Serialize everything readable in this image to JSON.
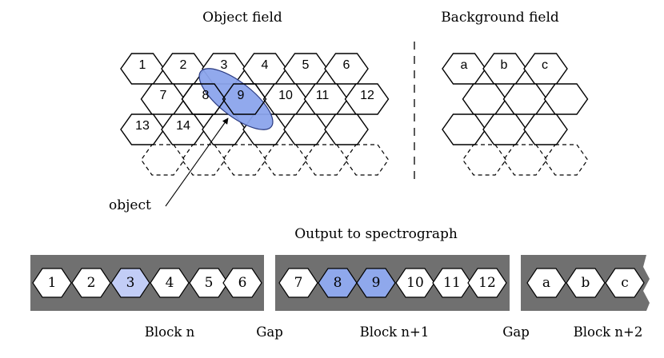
{
  "titles": {
    "object_field": "Object field",
    "background_field": "Background field",
    "output": "Output to spectrograph",
    "object": "object"
  },
  "colors": {
    "highlight": "#8fa8ec",
    "highlight_light": "#c2cdf6",
    "block_bg": "#707070",
    "object_ellipse": "#8ba4ec"
  },
  "object_field": {
    "hexes": [
      {
        "label": "1"
      },
      {
        "label": "2"
      },
      {
        "label": "3"
      },
      {
        "label": "4"
      },
      {
        "label": "5"
      },
      {
        "label": "6"
      },
      {
        "label": "7"
      },
      {
        "label": "8"
      },
      {
        "label": "9"
      },
      {
        "label": "10"
      },
      {
        "label": "11"
      },
      {
        "label": "12"
      },
      {
        "label": "13"
      },
      {
        "label": "14"
      }
    ]
  },
  "background_field": {
    "hexes": [
      {
        "label": "a"
      },
      {
        "label": "b"
      },
      {
        "label": "c"
      }
    ]
  },
  "blocks": [
    {
      "label": "Block n",
      "slots": [
        {
          "text": "1",
          "hl": "none"
        },
        {
          "text": "2",
          "hl": "none"
        },
        {
          "text": "3",
          "hl": "light"
        },
        {
          "text": "4",
          "hl": "none"
        },
        {
          "text": "5",
          "hl": "none"
        },
        {
          "text": "6",
          "hl": "none"
        }
      ]
    },
    {
      "label": "Block n+1",
      "slots": [
        {
          "text": "7",
          "hl": "none"
        },
        {
          "text": "8",
          "hl": "strong"
        },
        {
          "text": "9",
          "hl": "strong"
        },
        {
          "text": "10",
          "hl": "none"
        },
        {
          "text": "11",
          "hl": "none"
        },
        {
          "text": "12",
          "hl": "none"
        }
      ]
    },
    {
      "label": "Block n+2",
      "slots": [
        {
          "text": "a",
          "hl": "none"
        },
        {
          "text": "b",
          "hl": "none"
        },
        {
          "text": "c",
          "hl": "none"
        }
      ]
    }
  ],
  "gaps": [
    "Gap",
    "Gap"
  ]
}
